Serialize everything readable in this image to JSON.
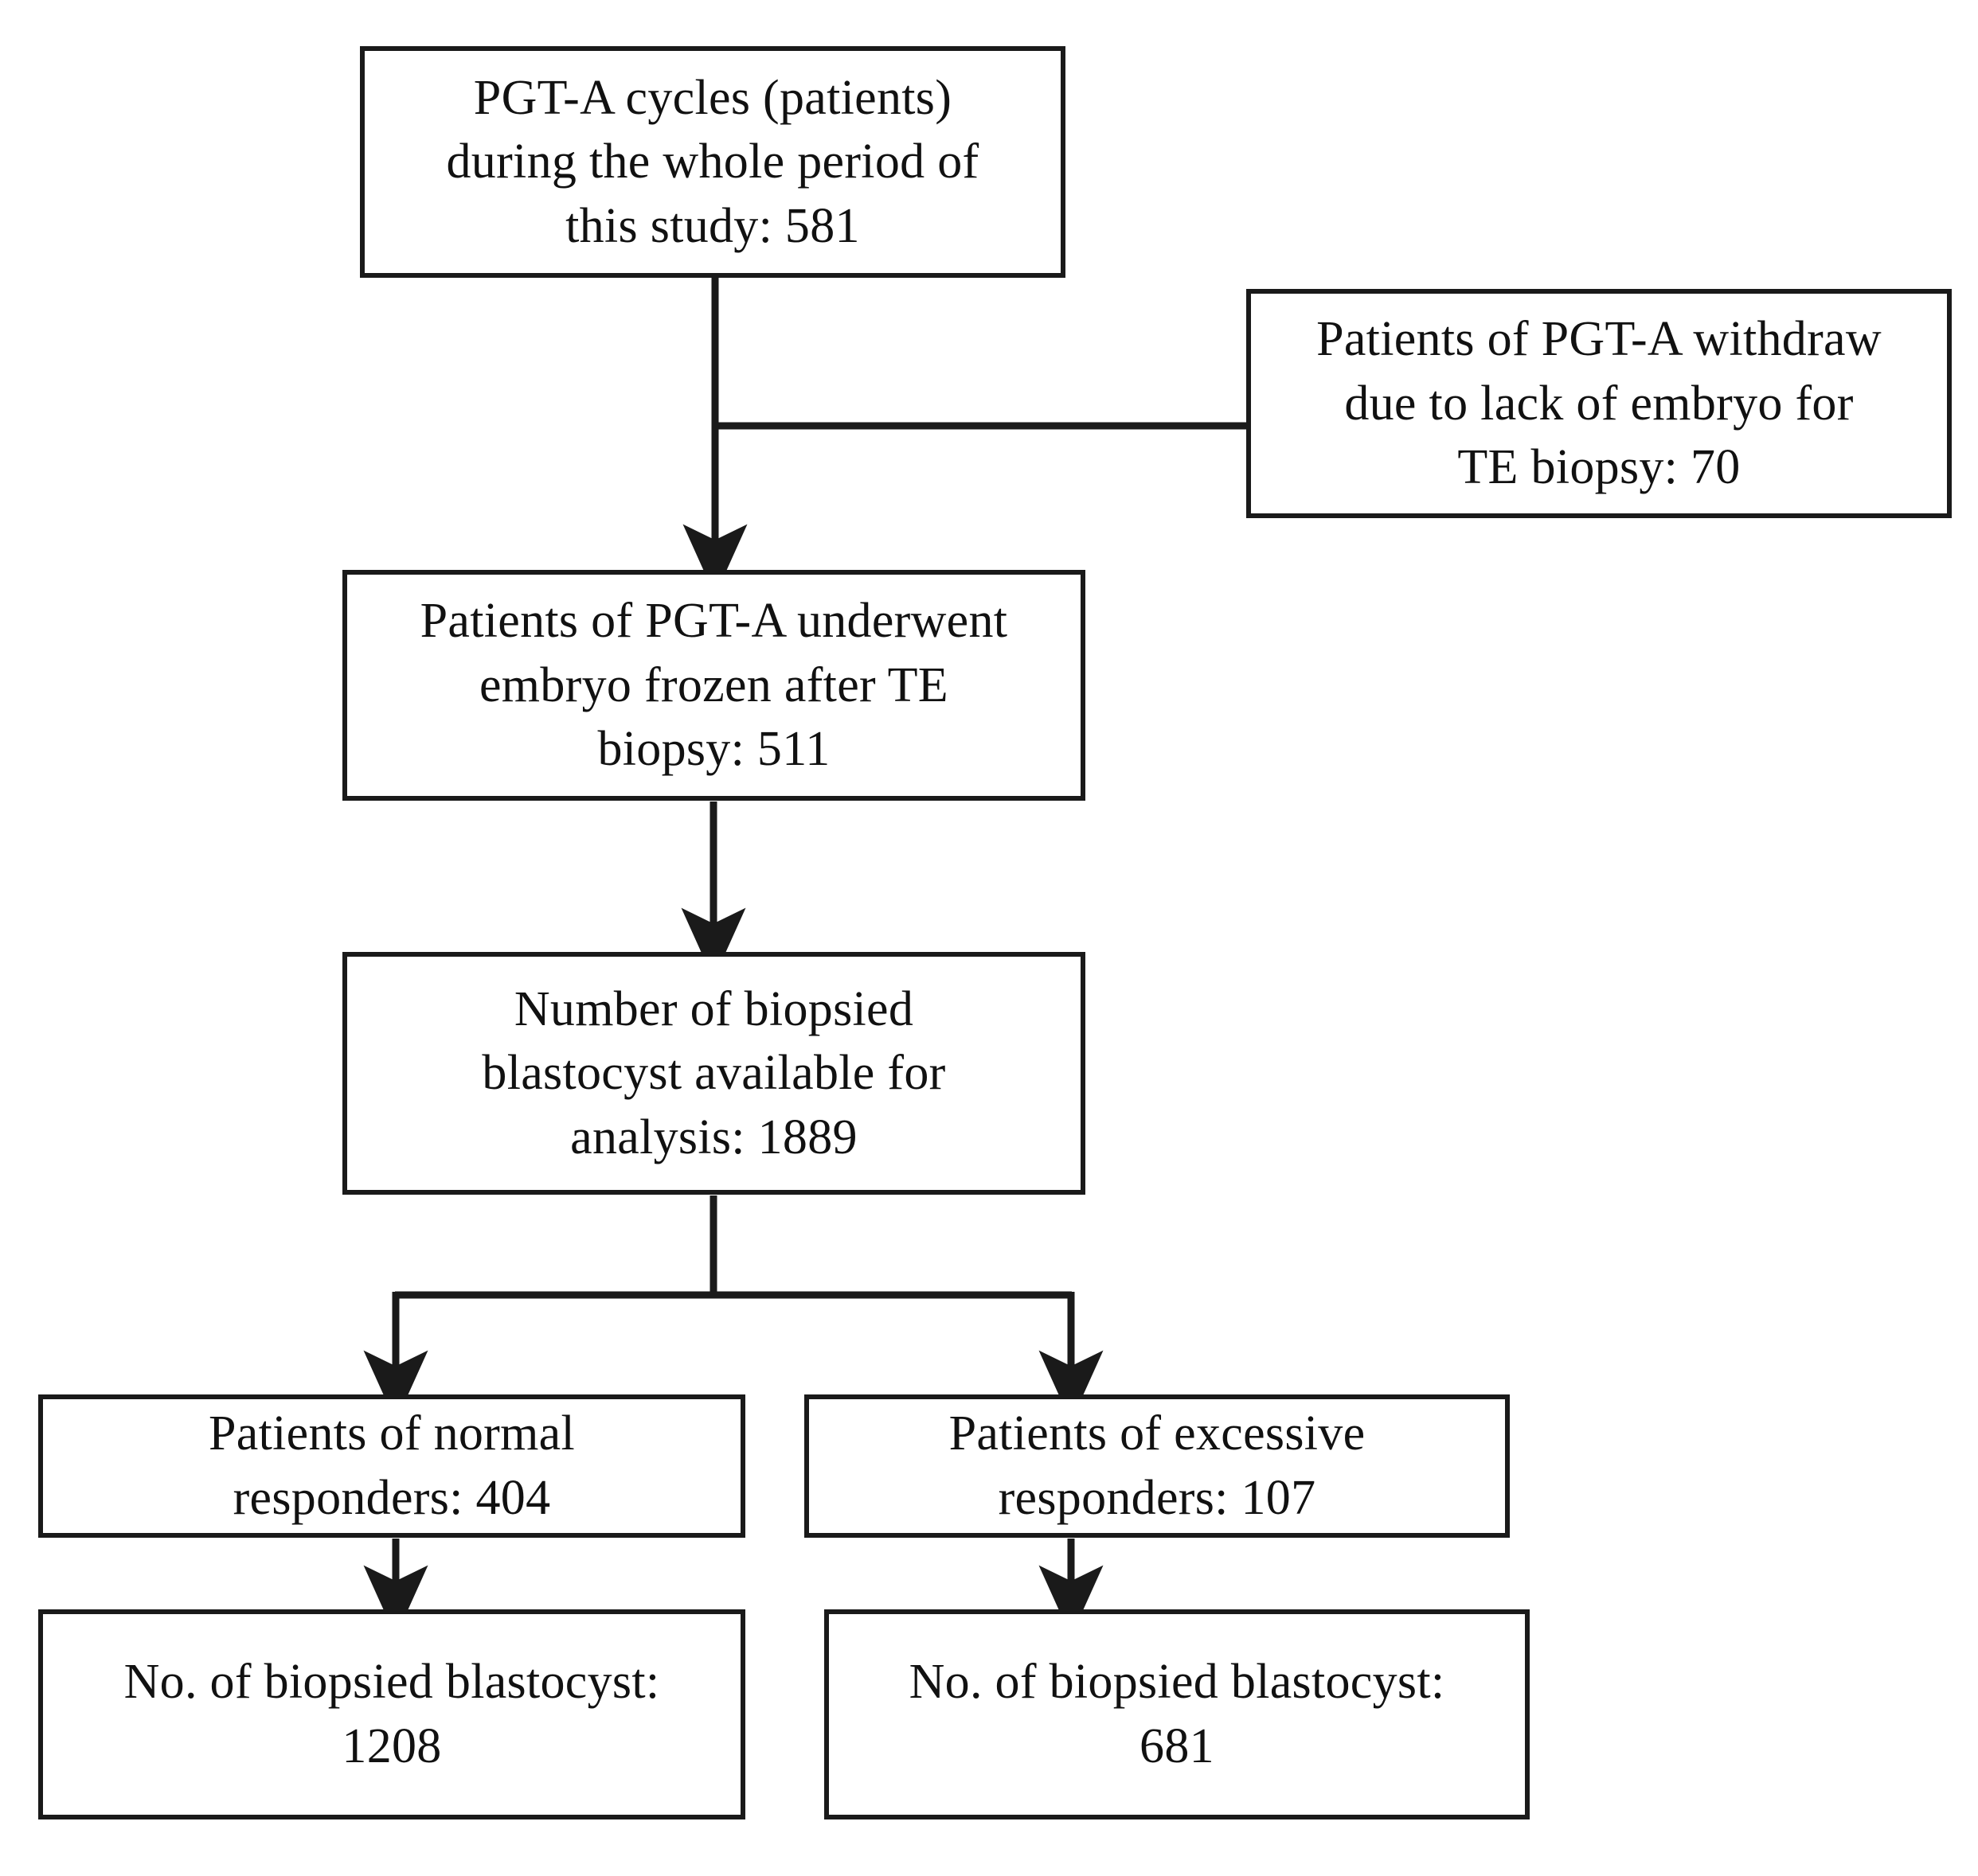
{
  "figure": {
    "type": "flowchart",
    "orientation": "top-down",
    "stroke_color": "#1a1a1a",
    "background_color": "#ffffff",
    "text_color": "#111111"
  },
  "nodes": {
    "total_cycles": {
      "id": "total-cycles",
      "text": "PGT-A cycles (patients)\nduring the whole period of\nthis study:  581",
      "label": "PGT-A cycles (patients) during the whole period of this study",
      "count": 581
    },
    "withdraw": {
      "id": "withdraw",
      "text": "Patients of PGT-A withdraw\ndue to lack of embryo for\nTE biopsy: 70",
      "label": "Patients of PGT-A withdraw due to lack of embryo for TE biopsy",
      "count": 70
    },
    "frozen": {
      "id": "frozen",
      "text": "Patients of PGT-A underwent\nembryo frozen after TE\nbiopsy: 511",
      "label": "Patients of PGT-A underwent embryo frozen after TE biopsy",
      "count": 511
    },
    "blastocyst": {
      "id": "blastocyst",
      "text": "Number of biopsied\nblastocyst available for\nanalysis:  1889",
      "label": "Number of biopsied blastocyst available for analysis",
      "count": 1889
    },
    "normal_responders": {
      "id": "normal-responders",
      "text": "Patients of normal\nresponders: 404",
      "label": "Patients of normal responders",
      "count": 404
    },
    "excessive_responders": {
      "id": "excessive-responders",
      "text": "Patients of excessive\nresponders: 107",
      "label": "Patients of excessive responders",
      "count": 107
    },
    "normal_biopsied": {
      "id": "normal-biopsied",
      "text": "No. of biopsied blastocyst:\n1208",
      "label": "No. of biopsied blastocyst",
      "count": 1208
    },
    "excessive_biopsied": {
      "id": "excessive-biopsied",
      "text": "No. of biopsied blastocyst:\n681",
      "label": "No. of biopsied blastocyst",
      "count": 681
    }
  },
  "edges": [
    {
      "id": "edge-total-to-frozen",
      "from": "total_cycles",
      "to": "frozen",
      "arrow": true
    },
    {
      "id": "edge-total-to-withdraw",
      "from": "total_cycles",
      "to": "withdraw",
      "arrow": false
    },
    {
      "id": "edge-frozen-to-blastocyst",
      "from": "frozen",
      "to": "blastocyst",
      "arrow": true
    },
    {
      "id": "edge-blastocyst-to-normal",
      "from": "blastocyst",
      "to": "normal_responders",
      "arrow": true
    },
    {
      "id": "edge-blastocyst-to-excessive",
      "from": "blastocyst",
      "to": "excessive_responders",
      "arrow": true
    },
    {
      "id": "edge-normal-to-biopsied",
      "from": "normal_responders",
      "to": "normal_biopsied",
      "arrow": true
    },
    {
      "id": "edge-excessive-to-biopsied",
      "from": "excessive_responders",
      "to": "excessive_biopsied",
      "arrow": true
    }
  ]
}
